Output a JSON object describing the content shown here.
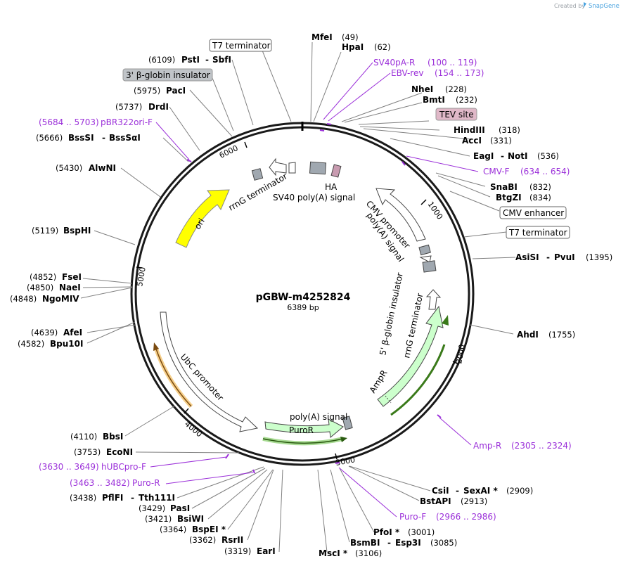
{
  "credit": {
    "created_by": "Created by",
    "brand": "SnapGene"
  },
  "plasmid": {
    "name": "pGBW-m4252824",
    "size": "6389 bp"
  },
  "ticks": [
    "1000",
    "2000",
    "3000",
    "4000",
    "5000",
    "6000"
  ],
  "feature_labels": {
    "rrng_top": "rrnG terminator",
    "sv40": "SV40 poly(A) signal",
    "ha": "HA",
    "cmv_promoter": "CMV promoter",
    "polya_right": "poly(A) signal",
    "beta_ins_5": "5' β-globin insulator",
    "rrng_right": "rrnG terminator",
    "ampr": "AmpR",
    "polya_bottom": "poly(A) signal",
    "puror": "PuroR",
    "ubc": "UbC promoter",
    "ori": "ori"
  },
  "boxed_labels": {
    "t7_top": "T7 terminator",
    "beta_3": "3' β-globin insulator",
    "tev": "TEV site",
    "cmv_enh": "CMV enhancer",
    "t7_right": "T7 terminator"
  },
  "sites": {
    "mfei": {
      "name": "MfeI",
      "pos": "(49)"
    },
    "hpai": {
      "name": "HpaI",
      "pos": "(62)"
    },
    "nhei": {
      "name": "NheI",
      "pos": "(228)"
    },
    "bmti": {
      "name": "BmtI",
      "pos": "(232)"
    },
    "hindiii": {
      "name": "HindIII",
      "pos": "(318)"
    },
    "acci": {
      "name": "AccI",
      "pos": "(331)"
    },
    "eagi": {
      "name": "EagI",
      "sep": "-",
      "name2": "NotI",
      "pos": "(536)"
    },
    "snabi": {
      "name": "SnaBI",
      "pos": "(832)"
    },
    "btgzi": {
      "name": "BtgZI",
      "pos": "(834)"
    },
    "asisi": {
      "name": "AsiSI",
      "sep": "-",
      "name2": "PvuI",
      "pos": "(1395)"
    },
    "ahdi": {
      "name": "AhdI",
      "pos": "(1755)"
    },
    "csii": {
      "name": "CsiI",
      "sep": "-",
      "name2": "SexAI *",
      "pos": "(2909)"
    },
    "bstapi": {
      "name": "BstAPI",
      "pos": "(2913)"
    },
    "pfoi": {
      "name": "PfoI *",
      "pos": "(3001)"
    },
    "bsmbi": {
      "name": "BsmBI",
      "sep": "-",
      "name2": "Esp3I",
      "pos": "(3085)"
    },
    "msci": {
      "name": "MscI *",
      "pos": "(3106)"
    },
    "eari": {
      "name": "EarI",
      "pos": "(3319)"
    },
    "rsrii": {
      "name": "RsrII",
      "pos": "(3362)"
    },
    "bspei": {
      "name": "BspEI *",
      "pos": "(3364)"
    },
    "bsiwi": {
      "name": "BsiWI",
      "pos": "(3421)"
    },
    "pasi": {
      "name": "PasI",
      "pos": "(3429)"
    },
    "pflfi": {
      "name": "PflFI",
      "sep": "-",
      "name2": "Tth111I",
      "pos": "(3438)"
    },
    "econi": {
      "name": "EcoNI",
      "pos": "(3753)"
    },
    "bbsi": {
      "name": "BbsI",
      "pos": "(4110)"
    },
    "bpu10i": {
      "name": "Bpu10I",
      "pos": "(4582)"
    },
    "afei": {
      "name": "AfeI",
      "pos": "(4639)"
    },
    "ngomiv": {
      "name": "NgoMIV",
      "pos": "(4848)"
    },
    "naei": {
      "name": "NaeI",
      "pos": "(4850)"
    },
    "fsei": {
      "name": "FseI",
      "pos": "(4852)"
    },
    "bsphi": {
      "name": "BspHI",
      "pos": "(5119)"
    },
    "alwni": {
      "name": "AlwNI",
      "pos": "(5430)"
    },
    "bsssi": {
      "name": "BssSI",
      "sep": "-",
      "name2": "BssSαI",
      "pos": "(5666)"
    },
    "drdi": {
      "name": "DrdI",
      "pos": "(5737)"
    },
    "paci": {
      "name": "PacI",
      "pos": "(5975)"
    },
    "psti": {
      "name": "PstI",
      "sep": "-",
      "name2": "SbfI",
      "pos": "(6109)"
    }
  },
  "primers": {
    "sv40pa_r": {
      "name": "SV40pA-R",
      "range": "(100 .. 119)"
    },
    "ebv_rev": {
      "name": "EBV-rev",
      "range": "(154 .. 173)"
    },
    "cmv_f": {
      "name": "CMV-F",
      "range": "(634 .. 654)"
    },
    "amp_r": {
      "name": "Amp-R",
      "range": "(2305 .. 2324)"
    },
    "puro_f": {
      "name": "Puro-F",
      "range": "(2966 .. 2986)"
    },
    "puro_r": {
      "name": "Puro-R",
      "range": "(3463 .. 3482)"
    },
    "hubcpro_f": {
      "name": "hUBCpro-F",
      "range": "(3630 .. 3649)"
    },
    "pbr322ori_f": {
      "name": "pBR322ori-F",
      "range": "(5684 .. 5703)"
    }
  },
  "colors": {
    "backbone": "#1a1a1a",
    "ori": "#ffff00",
    "ampr": "#ccffcc",
    "puror": "#ccffcc",
    "terminator": "#a0a8b0",
    "ha": "#c89bb0",
    "primer": "#9b30d9",
    "puror_highlight": "#6cc24a",
    "ubc_highlight": "#f0b040",
    "tev_box": "#e0b8c8",
    "beta3_box": "#c0c4c8"
  }
}
